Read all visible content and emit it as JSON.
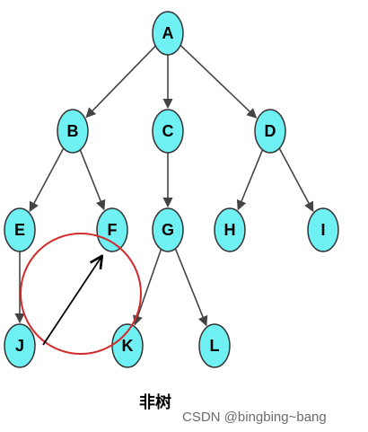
{
  "diagram": {
    "nodes": [
      {
        "id": "A",
        "label": "A"
      },
      {
        "id": "B",
        "label": "B"
      },
      {
        "id": "C",
        "label": "C"
      },
      {
        "id": "D",
        "label": "D"
      },
      {
        "id": "E",
        "label": "E"
      },
      {
        "id": "F",
        "label": "F"
      },
      {
        "id": "G",
        "label": "G"
      },
      {
        "id": "H",
        "label": "H"
      },
      {
        "id": "I",
        "label": "I"
      },
      {
        "id": "J",
        "label": "J"
      },
      {
        "id": "K",
        "label": "K"
      },
      {
        "id": "L",
        "label": "L"
      }
    ],
    "edges": [
      {
        "from": "A",
        "to": "B"
      },
      {
        "from": "A",
        "to": "C"
      },
      {
        "from": "A",
        "to": "D"
      },
      {
        "from": "B",
        "to": "E"
      },
      {
        "from": "B",
        "to": "F"
      },
      {
        "from": "C",
        "to": "G"
      },
      {
        "from": "D",
        "to": "H"
      },
      {
        "from": "D",
        "to": "I"
      },
      {
        "from": "E",
        "to": "J"
      },
      {
        "from": "G",
        "to": "K"
      },
      {
        "from": "G",
        "to": "L"
      }
    ],
    "extra_edge": {
      "from": "J",
      "to": "F"
    },
    "highlight": "circle around E-F-J-K region"
  },
  "caption": "非树",
  "watermark": "CSDN @bingbing~bang",
  "colors": {
    "node_fill": "#6ff0f3",
    "node_stroke": "#333333",
    "edge": "#444444",
    "highlight_circle": "#d22a2a",
    "extra_edge": "#000000"
  }
}
